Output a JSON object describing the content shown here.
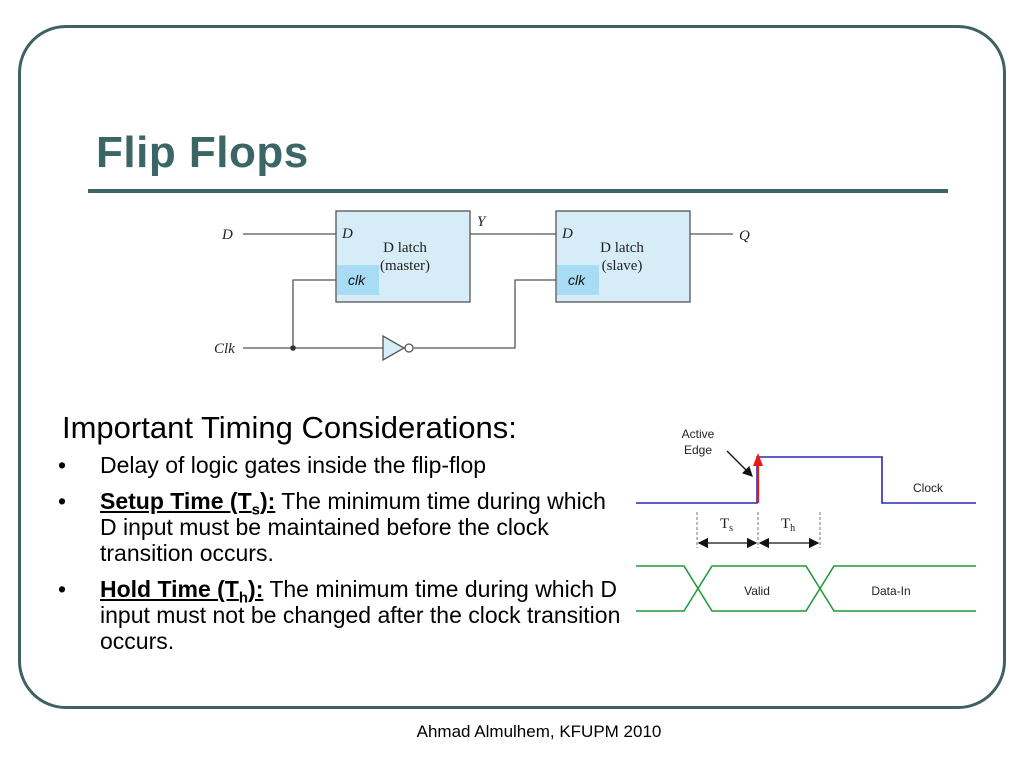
{
  "slide": {
    "title": "Flip Flops",
    "footer": "Ahmad Almulhem, KFUPM 2010"
  },
  "latch_diagram": {
    "input_d": "D",
    "input_clk": "Clk",
    "intermediate": "Y",
    "output_q": "Q",
    "master": {
      "port_d": "D",
      "line1": "D latch",
      "line2": "(master)",
      "clk": "clk"
    },
    "slave": {
      "port_d": "D",
      "line1": "D latch",
      "line2": "(slave)",
      "clk": "clk"
    }
  },
  "timing": {
    "heading": "Important Timing Considerations:",
    "bullets": [
      {
        "text": "Delay of logic gates inside the flip-flop"
      },
      {
        "term": "Setup Time (T",
        "sub": "s",
        "term_end": "):",
        "desc": " The minimum time during which D input must be maintained before the clock transition occurs."
      },
      {
        "term": "Hold Time (T",
        "sub": "h",
        "term_end": "):",
        "desc": " The minimum time during which D input must not be changed after the clock transition occurs."
      }
    ],
    "bullet_symbol": "•"
  },
  "timing_diagram": {
    "active_edge_line1": "Active",
    "active_edge_line2": "Edge",
    "clock_label": "Clock",
    "ts_main": "T",
    "ts_sub": "s",
    "th_main": "T",
    "th_sub": "h",
    "valid_label": "Valid",
    "data_in_label": "Data-In"
  },
  "colors": {
    "frame": "#3e6161",
    "title": "#3a6666",
    "latch_fill": "#d6ecf7",
    "clk_badge": "#a8dcf4",
    "clock_wave": "#2a2ab0",
    "data_wave": "#1f9a3a",
    "edge_arrow": "#e81818"
  }
}
